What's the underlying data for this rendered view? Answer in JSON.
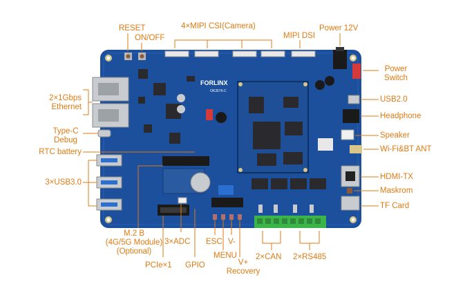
{
  "labels": {
    "reset": "RESET",
    "onoff": "ON/OFF",
    "mipi_csi": "4×MIPI CSI(Camera)",
    "mipi_dsi": "MIPI DSI",
    "power12v": "Power 12V",
    "power_switch_1": "Power",
    "power_switch_2": "Switch",
    "usb20": "USB2.0",
    "headphone": "Headphone",
    "speaker": "Speaker",
    "wifi_bt": "Wi-Fi&BT ANT",
    "hdmi_tx": "HDMI-TX",
    "maskrom": "Maskrom",
    "tf_card": "TF Card",
    "ethernet_1": "2×1Gbps",
    "ethernet_2": "Ethernet",
    "typec_1": "Type-C",
    "typec_2": "Debug",
    "rtc_battery": "RTC battery",
    "usb30": "3×USB3.0",
    "m2_1": "M.2 B",
    "m2_2": "(4G/5G Module)",
    "m2_3": "(Optional)",
    "pcie": "PCIe×1",
    "adc": "3×ADC",
    "gpio": "GPIO",
    "esc": "ESC",
    "menu": "MENU",
    "vminus": "V-",
    "vplus_1": "V+",
    "vplus_2": "Recovery",
    "can": "2×CAN",
    "rs485": "2×RS485"
  },
  "board_silkscreen": {
    "brand": "FORLINX",
    "model": "OK3576-C"
  },
  "colors": {
    "label": "#e07a10",
    "pcb": "#1c4f9c",
    "chip": "#2a2a2e",
    "terminal": "#3bb54a",
    "metal": "#c8ccd0"
  }
}
